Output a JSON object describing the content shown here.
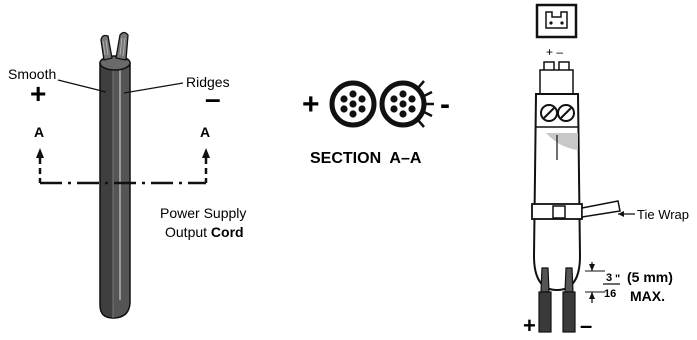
{
  "cord": {
    "smooth_label": "Smooth",
    "ridges_label": "Ridges",
    "plus_sign": "+",
    "minus_sign": "–",
    "section_marker_left": "A",
    "section_marker_right": "A",
    "caption_line1": "Power Supply",
    "caption_line2_normal": "Output ",
    "caption_line2_bold": "Cord"
  },
  "section": {
    "plus_sign": "+",
    "minus_sign": "-",
    "title": "SECTION  A–A"
  },
  "connector": {
    "polarity_label": "+ –",
    "tie_wrap_label": "Tie Wrap",
    "strip_fraction_num": "3",
    "strip_fraction_den": "16",
    "strip_inch_mark": "\"",
    "strip_metric": "(5 mm)",
    "strip_max": "MAX.",
    "wire_plus": "+",
    "wire_minus": "–"
  },
  "colors": {
    "ink": "#111111",
    "cord_fill": "#4a4a4a",
    "cord_highlight": "#8a8a8a",
    "shade": "#c8c8c8"
  }
}
